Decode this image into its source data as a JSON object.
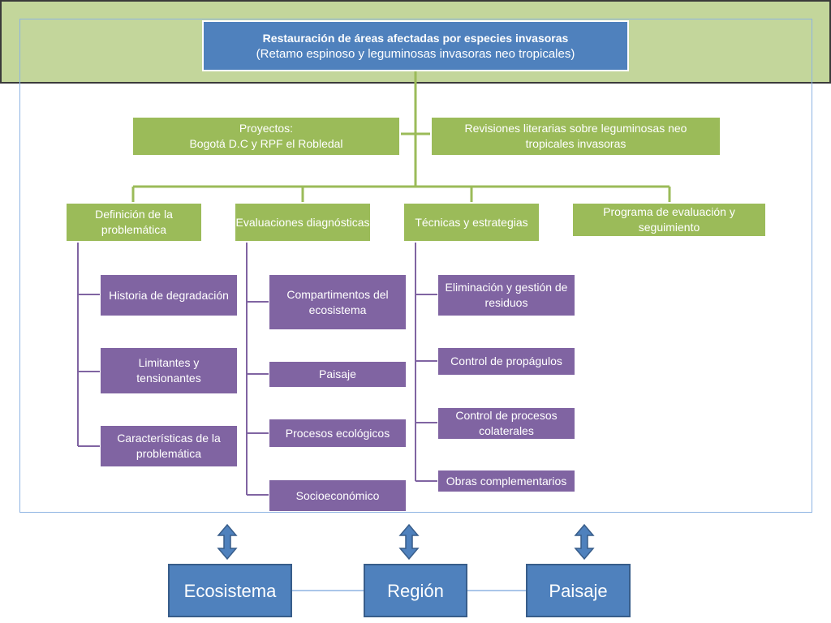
{
  "title": {
    "line1": "Restauración de áreas afectadas por especies invasoras",
    "line2": "(Retamo espinoso y leguminosas invasoras neo tropicales)"
  },
  "side": {
    "proyectos": [
      "Proyectos:",
      "Bogotá D.C y RPF el Robledal"
    ],
    "revisiones": "Revisiones literarias sobre leguminosas neo tropicales invasoras"
  },
  "columns": [
    {
      "label": "Definición de la problemática",
      "items": [
        "Historia de  degradación",
        "Limitantes y tensionantes",
        "Características de la problemática"
      ]
    },
    {
      "label": "Evaluaciones diagnósticas",
      "items": [
        "Compartimentos del ecosistema",
        "Paisaje",
        "Procesos ecológicos",
        "Socioeconómico"
      ]
    },
    {
      "label": "Técnicas y estrategias",
      "items": [
        "Eliminación y gestión de residuos",
        "Control de propágulos",
        "Control de procesos colaterales",
        "Obras complementarios"
      ]
    },
    {
      "label": "Programa de evaluación y seguimiento",
      "items": []
    }
  ],
  "bottom": [
    "Ecosistema",
    "Región",
    "Paisaje"
  ],
  "colors": {
    "band": "#c3d69b",
    "title": "#4f81bd",
    "green": "#9bbb59",
    "purple": "#8064a2",
    "bottom": "#4f81bd"
  }
}
